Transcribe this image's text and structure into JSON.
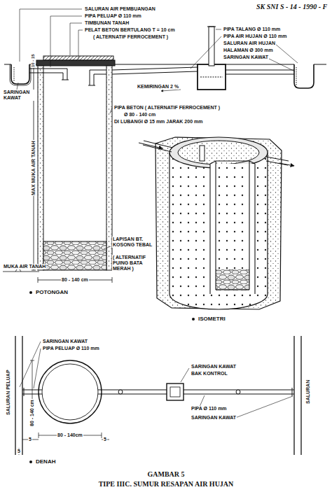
{
  "diagram": {
    "title": "GAMBAR 5",
    "caption": "TIPE IIIC. SUMUR RESAPAN AIR HUJAN",
    "labels": [
      "SK SNI S - 14 - 1990 - F",
      "SALURAN AIR PEMBUANGAN",
      "PIPA PELUAP Ø 110 mm",
      "TIMBUNAN TANAH",
      "PELAT BETON BERTULANG T = 10 cm",
      "( ALTERNATIF FERROCEMENT )",
      "PIPA TALANG Ø 110 mm",
      "PIPA AIR HUJAN Ø 110 mm",
      "SALURAN AIR HUJAN",
      "HALAMAN Ø 300 mm",
      "SARINGAN KAWAT",
      "10 - 15",
      "KEMIRINGAN 2 %",
      "SARINGAN KAWAT",
      "PIPA BETON ( ALTERNATIF FERROCEMENT )",
      "Ø 80 - 140 cm",
      "DI LUBANGI Ø 15 mm JARAK 200 mm",
      "MAX MUKA AIR TANAH",
      "LAPISAN BT. KOSONG TEBAL",
      "( ALTERNATIF PUING BATA MERAH )",
      "MUKA AIR TANAH",
      "80 - 140 cm",
      "POTONGAN",
      "ISOMETRI",
      "SARINGAN KAWAT",
      "PIPA PELUAP Ø 110 mm",
      "SARINGAN KAWAT",
      "BAK KONTROL",
      "SALURAN PELUAP",
      "80 - 140 cm",
      "PIPA Ø 110 mm",
      "SARINGAN KAWAT",
      "SALURAN",
      "80 - 140cm",
      "5",
      "5",
      "5",
      "DENAH"
    ]
  }
}
